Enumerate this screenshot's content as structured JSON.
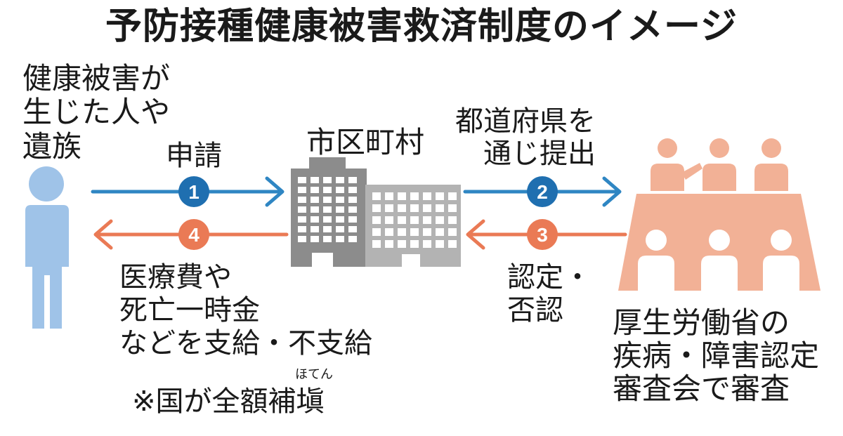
{
  "title": "予防接種健康被害救済制度のイメージ",
  "applicant": {
    "lines": [
      "健康被害が",
      "生じた人や",
      "遺族"
    ]
  },
  "municipality": {
    "label": "市区町村"
  },
  "ministry": {
    "lines": [
      "厚生労働省の",
      "疾病・障害認定",
      "審査会で審査"
    ]
  },
  "steps": [
    {
      "number": "1",
      "label_lines": [
        "申請"
      ]
    },
    {
      "number": "2",
      "label_lines": [
        "都道府県を",
        "通じ提出"
      ]
    },
    {
      "number": "3",
      "label_lines": [
        "認定・",
        "否認"
      ]
    },
    {
      "number": "4",
      "label_lines": [
        "医療費や",
        "死亡一時金",
        "などを支給・不支給"
      ]
    }
  ],
  "note": {
    "text": "※国が全額補塡",
    "ruby": "ほてん"
  },
  "colors": {
    "blue_arrow": "#2f86c3",
    "blue_badge": "#1f6fb0",
    "orange_arrow": "#ea7a55",
    "person": "#9fc3e8",
    "building_dark": "#8c8c8c",
    "building_light": "#b3b3b3",
    "committee": "#f2b196"
  }
}
